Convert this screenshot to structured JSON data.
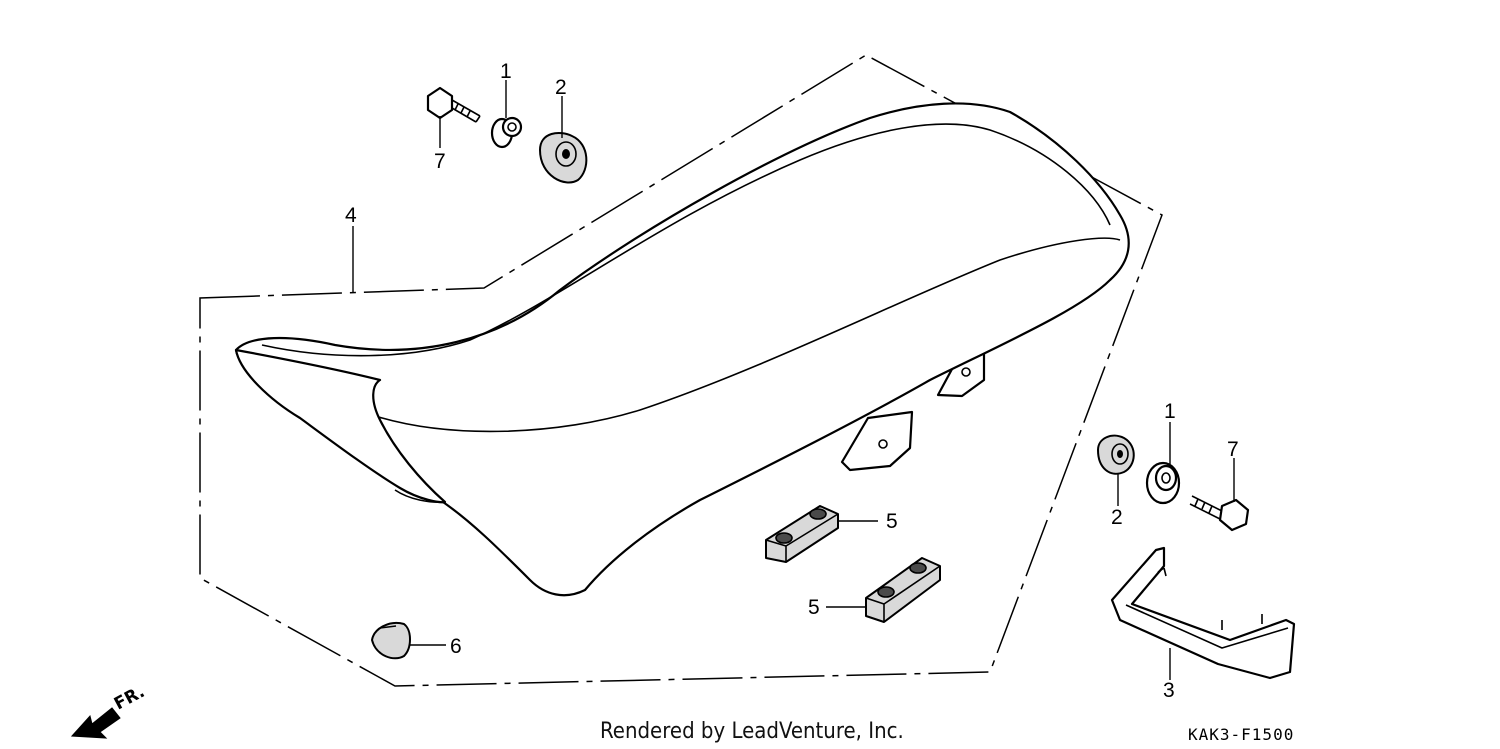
{
  "callouts": {
    "part_1_top": "1",
    "part_2_top": "2",
    "part_7_top": "7",
    "part_4": "4",
    "part_1_right": "1",
    "part_7_right": "7",
    "part_2_right": "2",
    "part_5_upper": "5",
    "part_5_lower": "5",
    "part_6": "6",
    "part_3": "3"
  },
  "direction_label": "FR.",
  "credit": "Rendered by LeadVenture, Inc.",
  "diagram_code": "KAK3-F1500"
}
